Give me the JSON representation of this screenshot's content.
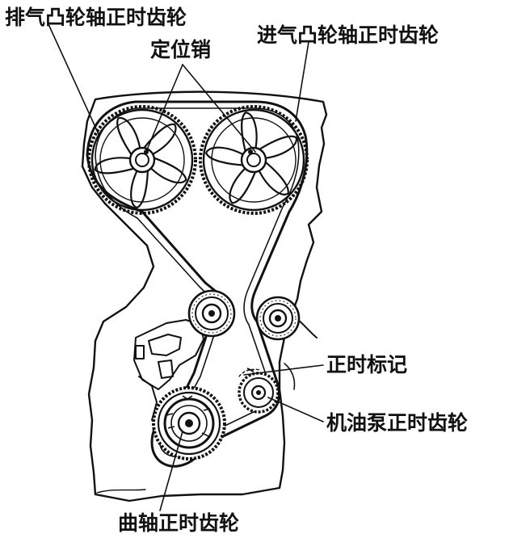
{
  "labels": {
    "exhaust_cam_gear": "排气凸轮轴正时齿轮",
    "locating_pin": "定位销",
    "intake_cam_gear": "进气凸轮轴正时齿轮",
    "timing_mark": "正时标记",
    "oil_pump_gear": "机油泵正时齿轮",
    "crank_gear": "曲轴正时齿轮"
  },
  "colors": {
    "ink": "#111111",
    "paper": "#ffffff"
  }
}
